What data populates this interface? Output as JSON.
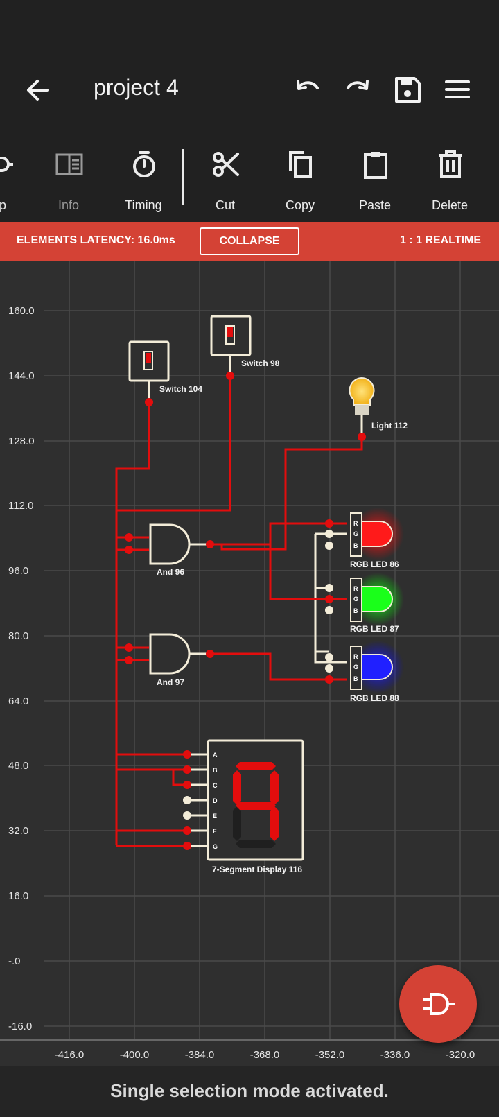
{
  "header": {
    "title": "project 4"
  },
  "toolbar": {
    "items": [
      {
        "label": "up",
        "icon": "plug-icon"
      },
      {
        "label": "Info",
        "icon": "info-panel-icon"
      },
      {
        "label": "Timing",
        "icon": "stopwatch-icon"
      },
      {
        "label": "Cut",
        "icon": "scissors-icon"
      },
      {
        "label": "Copy",
        "icon": "copy-icon"
      },
      {
        "label": "Paste",
        "icon": "clipboard-icon"
      },
      {
        "label": "Delete",
        "icon": "trash-icon"
      }
    ]
  },
  "banner": {
    "latency": "ELEMENTS LATENCY: 16.0ms",
    "collapse": "COLLAPSE",
    "realtime": "1 : 1 REALTIME"
  },
  "canvas": {
    "y_ticks": [
      "160.0",
      "144.0",
      "128.0",
      "112.0",
      "96.0",
      "80.0",
      "64.0",
      "48.0",
      "32.0",
      "16.0",
      "-.0",
      "-16.0"
    ],
    "x_ticks": [
      "-416.0",
      "-400.0",
      "-384.0",
      "-368.0",
      "-352.0",
      "-336.0",
      "-320.0"
    ],
    "components": {
      "switch104": "Switch 104",
      "switch98": "Switch 98",
      "light112": "Light 112",
      "and96": "And 96",
      "and97": "And 97",
      "led86": "RGB LED 86",
      "led87": "RGB LED 87",
      "led88": "RGB LED 88",
      "seg7": "7-Segment Display 116"
    },
    "rgb_pins": [
      "R",
      "G",
      "B"
    ],
    "seg_pins": [
      "A",
      "B",
      "C",
      "D",
      "E",
      "F",
      "G"
    ]
  },
  "status": {
    "message": "Single selection mode activated."
  },
  "colors": {
    "accent": "#d44235",
    "wire_on": "#e30d0d",
    "wire_off": "#f3ecd8",
    "bg": "#2f2f2f"
  }
}
